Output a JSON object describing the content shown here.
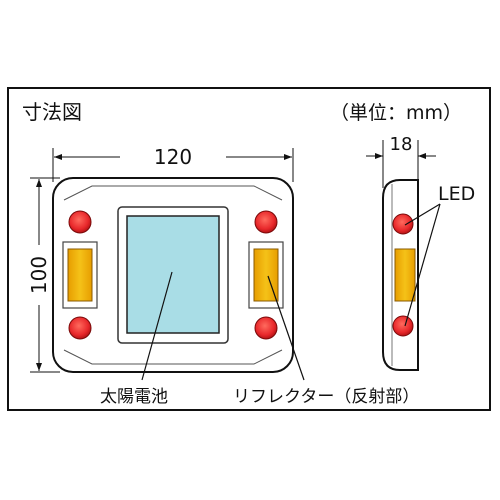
{
  "diagram": {
    "title": "寸法図",
    "unit": "（単位：mm）",
    "width_label": "120",
    "height_label": "100",
    "depth_label": "18",
    "callouts": {
      "led": "LED",
      "solar": "太陽電池",
      "reflector": "リフレクター（反射部）"
    }
  },
  "colors": {
    "frame": "#111111",
    "led_red": "#e8282b",
    "reflector_yellow": "#f2b400",
    "solar_panel": "#a9dde6",
    "body_fill": "#ffffff"
  }
}
